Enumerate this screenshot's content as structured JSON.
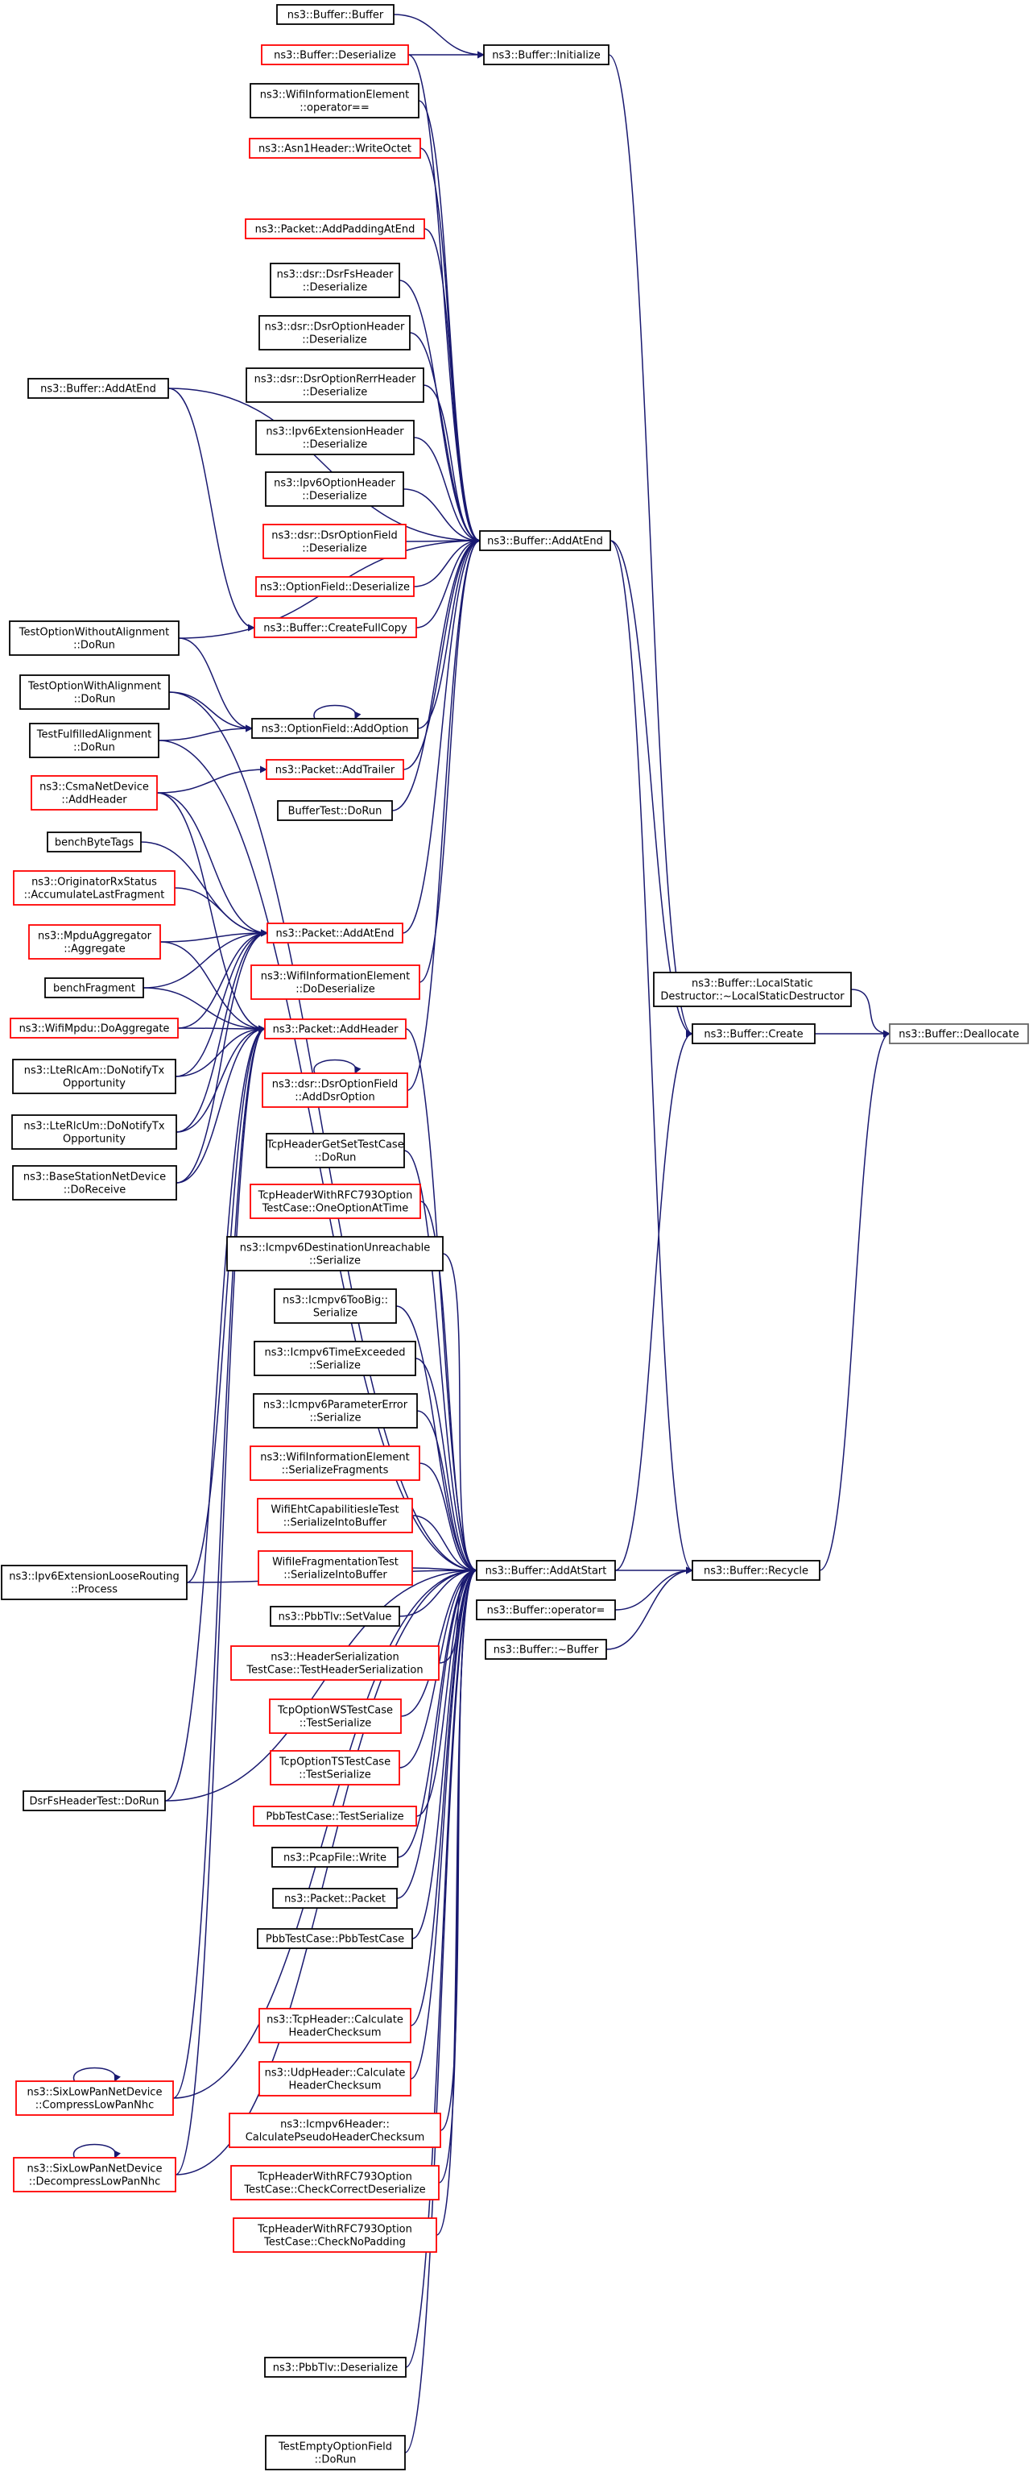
{
  "colors": {
    "edge": "#191970",
    "box_border_black": "#000000",
    "box_border_red": "#ff0000",
    "box_border_gray": "#666666",
    "highlight_fill": "#bfbfbf"
  },
  "nodes": [
    {
      "id": "dealloc",
      "lines": [
        "ns3::Buffer::Deallocate"
      ],
      "border": "gray",
      "highlight": true
    },
    {
      "id": "lsd",
      "lines": [
        "ns3::Buffer::LocalStatic",
        "Destructor::~LocalStaticDestructor"
      ],
      "border": "black"
    },
    {
      "id": "create",
      "lines": [
        "ns3::Buffer::Create"
      ],
      "border": "black"
    },
    {
      "id": "recycle",
      "lines": [
        "ns3::Buffer::Recycle"
      ],
      "border": "black"
    },
    {
      "id": "addatend",
      "lines": [
        "ns3::Buffer::AddAtEnd"
      ],
      "border": "black"
    },
    {
      "id": "addatstart",
      "lines": [
        "ns3::Buffer::AddAtStart"
      ],
      "border": "black"
    },
    {
      "id": "opeq",
      "lines": [
        "ns3::Buffer::operator="
      ],
      "border": "black"
    },
    {
      "id": "dtor",
      "lines": [
        "ns3::Buffer::~Buffer"
      ],
      "border": "black"
    },
    {
      "id": "init",
      "lines": [
        "ns3::Buffer::Initialize"
      ],
      "border": "black"
    },
    {
      "id": "buffer",
      "lines": [
        "ns3::Buffer::Buffer"
      ],
      "border": "black"
    },
    {
      "id": "bdeser",
      "lines": [
        "ns3::Buffer::Deserialize"
      ],
      "border": "red"
    },
    {
      "id": "wieq",
      "lines": [
        "ns3::WifiInformationElement",
        "::operator=="
      ],
      "border": "black"
    },
    {
      "id": "asn1",
      "lines": [
        "ns3::Asn1Header::WriteOctet"
      ],
      "border": "red"
    },
    {
      "id": "paddpad",
      "lines": [
        "ns3::Packet::AddPaddingAtEnd"
      ],
      "border": "red"
    },
    {
      "id": "dsrfs",
      "lines": [
        "ns3::dsr::DsrFsHeader",
        "::Deserialize"
      ],
      "border": "black"
    },
    {
      "id": "dsropt",
      "lines": [
        "ns3::dsr::DsrOptionHeader",
        "::Deserialize"
      ],
      "border": "black"
    },
    {
      "id": "dsrrerr",
      "lines": [
        "ns3::dsr::DsrOptionRerrHeader",
        "::Deserialize"
      ],
      "border": "black"
    },
    {
      "id": "ipv6ext",
      "lines": [
        "ns3::Ipv6ExtensionHeader",
        "::Deserialize"
      ],
      "border": "black"
    },
    {
      "id": "ipv6opt",
      "lines": [
        "ns3::Ipv6OptionHeader",
        "::Deserialize"
      ],
      "border": "black"
    },
    {
      "id": "dsrfield",
      "lines": [
        "ns3::dsr::DsrOptionField",
        "::Deserialize"
      ],
      "border": "red"
    },
    {
      "id": "optfielddeser",
      "lines": [
        "ns3::OptionField::Deserialize"
      ],
      "border": "red"
    },
    {
      "id": "fullcopy",
      "lines": [
        "ns3::Buffer::CreateFullCopy"
      ],
      "border": "red"
    },
    {
      "id": "addopt",
      "lines": [
        "ns3::OptionField::AddOption"
      ],
      "border": "black"
    },
    {
      "id": "addtrailer",
      "lines": [
        "ns3::Packet::AddTrailer"
      ],
      "border": "red"
    },
    {
      "id": "buffertest",
      "lines": [
        "BufferTest::DoRun"
      ],
      "border": "black"
    },
    {
      "id": "paddatend",
      "lines": [
        "ns3::Packet::AddAtEnd"
      ],
      "border": "red"
    },
    {
      "id": "widoDeser",
      "lines": [
        "ns3::WifiInformationElement",
        "::DoDeserialize"
      ],
      "border": "red"
    },
    {
      "id": "paddheader",
      "lines": [
        "ns3::Packet::AddHeader"
      ],
      "border": "red"
    },
    {
      "id": "adddsr",
      "lines": [
        "ns3::dsr::DsrOptionField",
        "::AddDsrOption"
      ],
      "border": "red"
    },
    {
      "id": "baddatend",
      "lines": [
        "ns3::Buffer::AddAtEnd"
      ],
      "border": "black"
    },
    {
      "id": "towa",
      "lines": [
        "TestOptionWithoutAlignment",
        "::DoRun"
      ],
      "border": "black"
    },
    {
      "id": "twa",
      "lines": [
        "TestOptionWithAlignment",
        "::DoRun"
      ],
      "border": "black"
    },
    {
      "id": "tfa",
      "lines": [
        "TestFulfilledAlignment",
        "::DoRun"
      ],
      "border": "black"
    },
    {
      "id": "csma",
      "lines": [
        "ns3::CsmaNetDevice",
        "::AddHeader"
      ],
      "border": "red"
    },
    {
      "id": "bbt",
      "lines": [
        "benchByteTags"
      ],
      "border": "black"
    },
    {
      "id": "orig",
      "lines": [
        "ns3::OriginatorRxStatus",
        "::AccumulateLastFragment"
      ],
      "border": "red"
    },
    {
      "id": "mpdu",
      "lines": [
        "ns3::MpduAggregator",
        "::Aggregate"
      ],
      "border": "red"
    },
    {
      "id": "bfrag",
      "lines": [
        "benchFragment"
      ],
      "border": "black"
    },
    {
      "id": "wifimpdu",
      "lines": [
        "ns3::WifiMpdu::DoAggregate"
      ],
      "border": "red"
    },
    {
      "id": "lteam",
      "lines": [
        "ns3::LteRlcAm::DoNotifyTx",
        "Opportunity"
      ],
      "border": "black"
    },
    {
      "id": "lteum",
      "lines": [
        "ns3::LteRlcUm::DoNotifyTx",
        "Opportunity"
      ],
      "border": "black"
    },
    {
      "id": "bsnd",
      "lines": [
        "ns3::BaseStationNetDevice",
        "::DoReceive"
      ],
      "border": "black"
    },
    {
      "id": "ipv6loose",
      "lines": [
        "ns3::Ipv6ExtensionLooseRouting",
        "::Process"
      ],
      "border": "black"
    },
    {
      "id": "dsrfstest",
      "lines": [
        "DsrFsHeaderTest::DoRun"
      ],
      "border": "black"
    },
    {
      "id": "sixcomp",
      "lines": [
        "ns3::SixLowPanNetDevice",
        "::CompressLowPanNhc"
      ],
      "border": "red"
    },
    {
      "id": "sixdecomp",
      "lines": [
        "ns3::SixLowPanNetDevice",
        "::DecompressLowPanNhc"
      ],
      "border": "red"
    },
    {
      "id": "tcpget",
      "lines": [
        "TcpHeaderGetSetTestCase",
        "::DoRun"
      ],
      "border": "black"
    },
    {
      "id": "tcprfc1",
      "lines": [
        "TcpHeaderWithRFC793Option",
        "TestCase::OneOptionAtTime"
      ],
      "border": "red"
    },
    {
      "id": "icmpdu",
      "lines": [
        "ns3::Icmpv6DestinationUnreachable",
        "::Serialize"
      ],
      "border": "black"
    },
    {
      "id": "icmptb",
      "lines": [
        "ns3::Icmpv6TooBig::",
        "Serialize"
      ],
      "border": "black"
    },
    {
      "id": "icmpte",
      "lines": [
        "ns3::Icmpv6TimeExceeded",
        "::Serialize"
      ],
      "border": "black"
    },
    {
      "id": "icmppe",
      "lines": [
        "ns3::Icmpv6ParameterError",
        "::Serialize"
      ],
      "border": "black"
    },
    {
      "id": "wisf",
      "lines": [
        "ns3::WifiInformationElement",
        "::SerializeFragments"
      ],
      "border": "red"
    },
    {
      "id": "wieht",
      "lines": [
        "WifiEhtCapabilitiesIeTest",
        "::SerializeIntoBuffer"
      ],
      "border": "red"
    },
    {
      "id": "wiiefrag",
      "lines": [
        "WifiIeFragmentationTest",
        "::SerializeIntoBuffer"
      ],
      "border": "red"
    },
    {
      "id": "pbbset",
      "lines": [
        "ns3::PbbTlv::SetValue"
      ],
      "border": "black"
    },
    {
      "id": "hdrser",
      "lines": [
        "ns3::HeaderSerialization",
        "TestCase::TestHeaderSerialization"
      ],
      "border": "red"
    },
    {
      "id": "tcpws",
      "lines": [
        "TcpOptionWSTestCase",
        "::TestSerialize"
      ],
      "border": "red"
    },
    {
      "id": "tcpts",
      "lines": [
        "TcpOptionTSTestCase",
        "::TestSerialize"
      ],
      "border": "red"
    },
    {
      "id": "pbbtest",
      "lines": [
        "PbbTestCase::TestSerialize"
      ],
      "border": "red"
    },
    {
      "id": "pcap",
      "lines": [
        "ns3::PcapFile::Write"
      ],
      "border": "black"
    },
    {
      "id": "pktctor",
      "lines": [
        "ns3::Packet::Packet"
      ],
      "border": "black"
    },
    {
      "id": "pbbctor",
      "lines": [
        "PbbTestCase::PbbTestCase"
      ],
      "border": "black"
    },
    {
      "id": "tcpchk",
      "lines": [
        "ns3::TcpHeader::Calculate",
        "HeaderChecksum"
      ],
      "border": "red"
    },
    {
      "id": "udpchk",
      "lines": [
        "ns3::UdpHeader::Calculate",
        "HeaderChecksum"
      ],
      "border": "red"
    },
    {
      "id": "icmp6chk",
      "lines": [
        "ns3::Icmpv6Header::",
        "CalculatePseudoHeaderChecksum"
      ],
      "border": "red"
    },
    {
      "id": "tcpccd",
      "lines": [
        "TcpHeaderWithRFC793Option",
        "TestCase::CheckCorrectDeserialize"
      ],
      "border": "red"
    },
    {
      "id": "tcpcnp",
      "lines": [
        "TcpHeaderWithRFC793Option",
        "TestCase::CheckNoPadding"
      ],
      "border": "red"
    },
    {
      "id": "pbbdeser",
      "lines": [
        "ns3::PbbTlv::Deserialize"
      ],
      "border": "black"
    },
    {
      "id": "teof",
      "lines": [
        "TestEmptyOptionField",
        "::DoRun"
      ],
      "border": "black"
    }
  ]
}
